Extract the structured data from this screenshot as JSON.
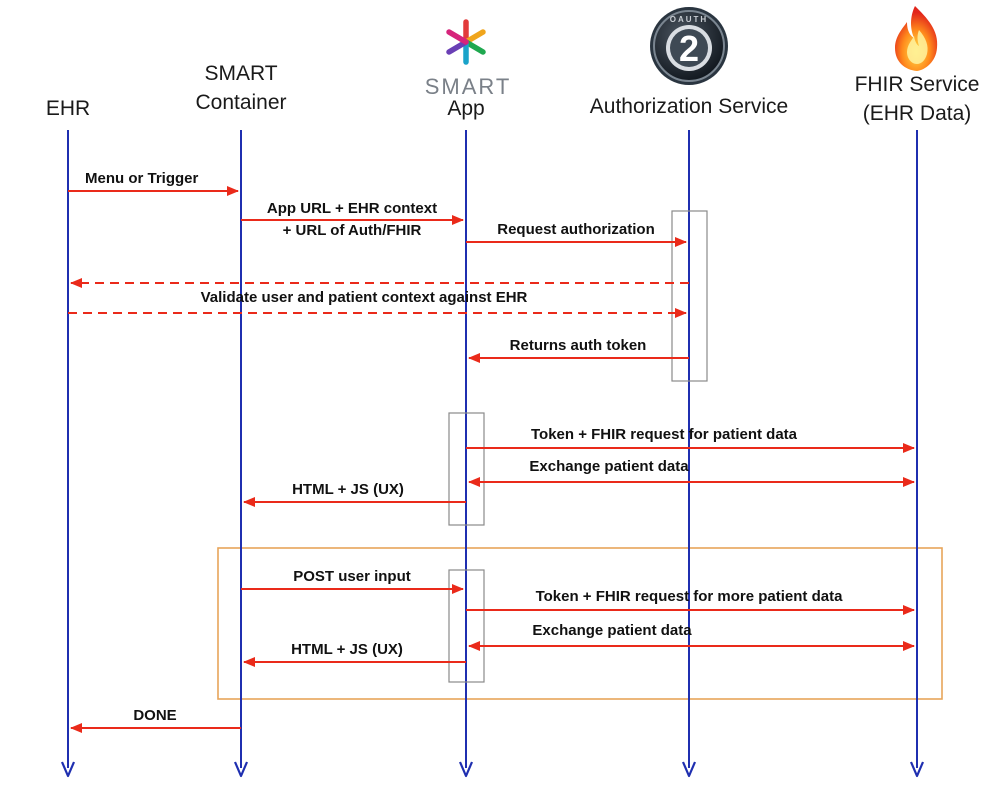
{
  "participants": [
    {
      "id": "ehr",
      "lines": [
        "EHR"
      ]
    },
    {
      "id": "container",
      "lines": [
        "SMART",
        "Container"
      ]
    },
    {
      "id": "app",
      "lines": [
        "App"
      ],
      "logo_text": "SMART"
    },
    {
      "id": "auth",
      "lines": [
        "Authorization Service"
      ],
      "logo_text": "OAUTH",
      "logo_number": "2"
    },
    {
      "id": "fhir",
      "lines": [
        "FHIR Service",
        "(EHR Data)"
      ]
    }
  ],
  "messages": [
    {
      "id": "menu-or-trigger",
      "from": "ehr",
      "to": "container",
      "style": "solid",
      "lines": [
        "Menu or Trigger"
      ]
    },
    {
      "id": "app-url",
      "from": "container",
      "to": "app",
      "style": "solid",
      "lines": [
        "App URL + EHR context",
        "+ URL of Auth/FHIR"
      ]
    },
    {
      "id": "request-authorization",
      "from": "app",
      "to": "auth",
      "style": "solid",
      "lines": [
        "Request authorization"
      ]
    },
    {
      "id": "validate-return",
      "from": "auth",
      "to": "ehr",
      "style": "dashed",
      "lines": []
    },
    {
      "id": "validate-user",
      "from": "ehr",
      "to": "auth",
      "style": "dashed",
      "lines": [
        "Validate  user  and  patient  context against EHR"
      ]
    },
    {
      "id": "returns-auth-token",
      "from": "auth",
      "to": "app",
      "style": "solid",
      "lines": [
        "Returns auth token"
      ]
    },
    {
      "id": "token-fhir-request",
      "from": "app",
      "to": "fhir",
      "style": "solid",
      "lines": [
        "Token + FHIR request  for  patient  data"
      ]
    },
    {
      "id": "exchange-patient-data",
      "from": "app",
      "to": "fhir",
      "style": "bidirectional",
      "lines": [
        "Exchange patient  data"
      ]
    },
    {
      "id": "html-js-1",
      "from": "app",
      "to": "container",
      "style": "solid",
      "lines": [
        "HTML + JS (UX)"
      ]
    },
    {
      "id": "post-user-input",
      "from": "container",
      "to": "app",
      "style": "solid",
      "lines": [
        "POST user input"
      ]
    },
    {
      "id": "token-fhir-request-more",
      "from": "app",
      "to": "fhir",
      "style": "solid",
      "lines": [
        "Token + FHIR request  for  more patient  data"
      ]
    },
    {
      "id": "exchange-patient-data-2",
      "from": "app",
      "to": "fhir",
      "style": "bidirectional",
      "lines": [
        "Exchange patient  data"
      ]
    },
    {
      "id": "html-js-2",
      "from": "app",
      "to": "container",
      "style": "solid",
      "lines": [
        "HTML + JS (UX)"
      ]
    },
    {
      "id": "done",
      "from": "container",
      "to": "ehr",
      "style": "solid",
      "lines": [
        "DONE"
      ]
    }
  ],
  "colors": {
    "lifeline": "#1f2fb0",
    "message": "#ea2a1a",
    "loop_box": "#e8a55a",
    "activation_box": "#8a8a8a",
    "header_text": "#1a1a1a"
  },
  "icons": {
    "app": "smart-star-logo-icon",
    "auth": "oauth2-badge-icon",
    "fhir": "fhir-flame-icon"
  }
}
